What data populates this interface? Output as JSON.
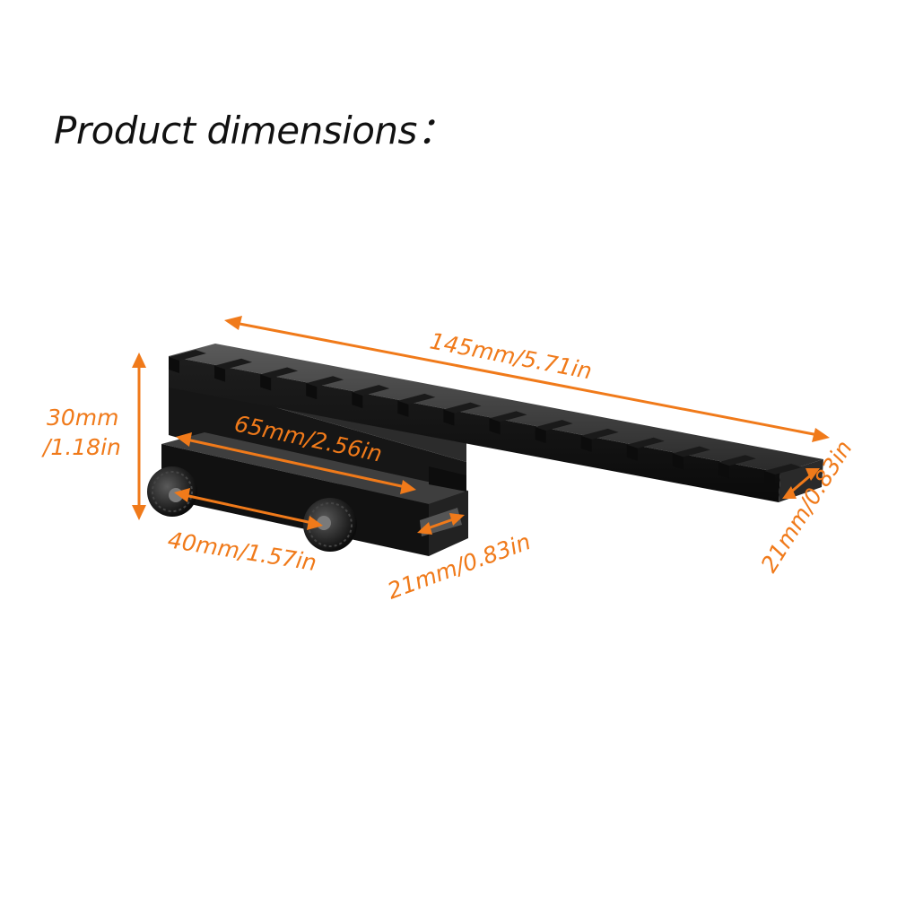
{
  "title": "Product dimensions：",
  "accent_color": "#F07A1A",
  "product_color": "#151515",
  "dimensions": {
    "overall_length": "145mm/5.71in",
    "height_top": "30mm",
    "height_bottom": "/1.18in",
    "base_length": "65mm/2.56in",
    "knob_spacing": "40mm/1.57in",
    "base_width": "21mm/0.83in",
    "rail_width": "21mm/0.83in"
  },
  "icons": [
    "picatinny-rail",
    "mount-base",
    "thumb-knob"
  ]
}
